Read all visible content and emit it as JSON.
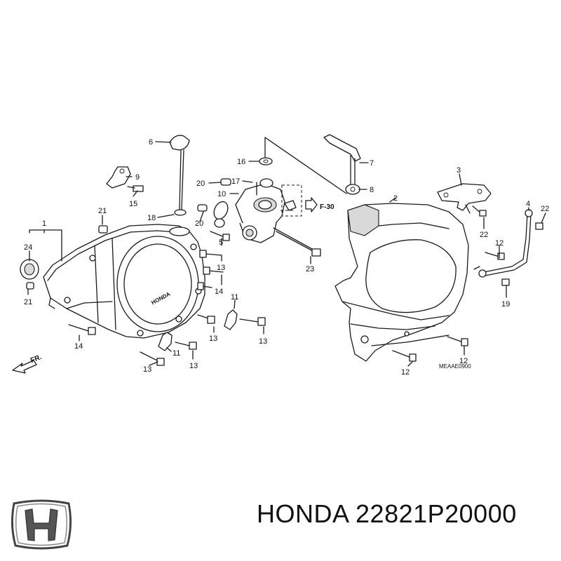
{
  "diagram": {
    "callouts": {
      "c1": "1",
      "c2": "2",
      "c3": "3",
      "c4": "4",
      "c5": "5",
      "c6": "6",
      "c7": "7",
      "c8": "8",
      "c9": "9",
      "c10": "10",
      "c11a": "11",
      "c11b": "11",
      "c12a": "12",
      "c12b": "12",
      "c12c": "12",
      "c13a": "13",
      "c13b": "13",
      "c13c": "13",
      "c13d": "13",
      "c13e": "13",
      "c14a": "14",
      "c14b": "14",
      "c15": "15",
      "c16": "16",
      "c17": "17",
      "c18": "18",
      "c19": "19",
      "c20a": "20",
      "c20b": "20",
      "c21a": "21",
      "c21b": "21",
      "c22a": "22",
      "c22b": "22",
      "c23": "23",
      "c24": "24"
    },
    "ref_label": "F-30",
    "front_label": "FR.",
    "cover_emboss": "HONDA",
    "drawing_code": "MEAAE0900"
  },
  "footer": {
    "brand_text": "HONDA 22821P20000",
    "logo_icon": "honda-h-logo-icon"
  }
}
